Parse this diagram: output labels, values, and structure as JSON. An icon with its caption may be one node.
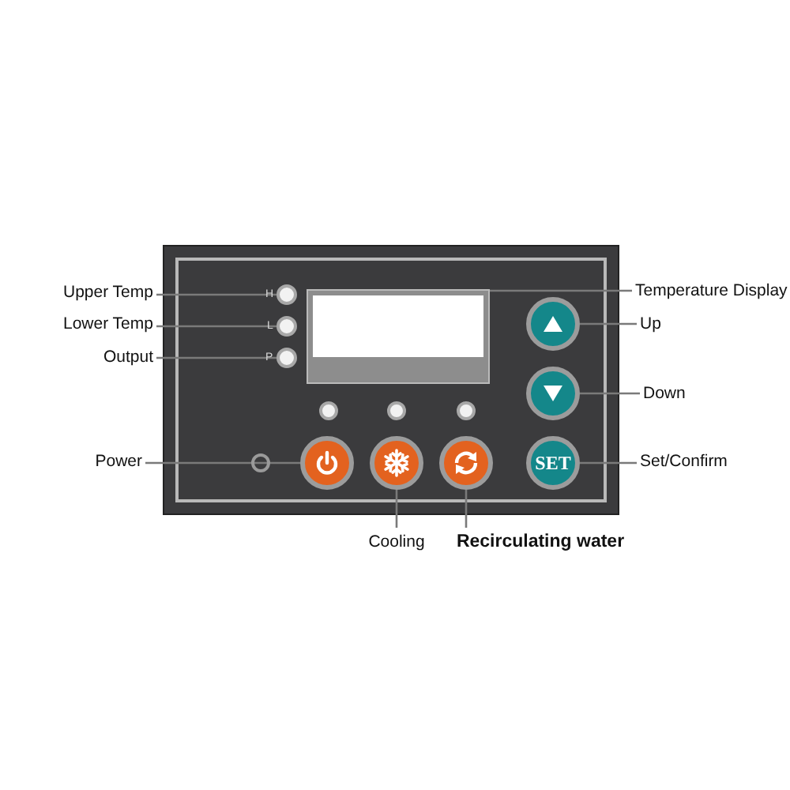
{
  "diagram": {
    "nodes": [
      {
        "text": [
          "Upper Temp"
        ]
      },
      {
        "text": [],
        "shape": "circle"
      },
      {
        "text": [
          "Lower Temp"
        ]
      },
      {
        "text": [],
        "shape": "circle"
      },
      {
        "text": [
          "Output"
        ]
      },
      {
        "text": [],
        "shape": "circle"
      },
      {
        "text": [
          "Power"
        ]
      },
      {
        "text": [],
        "shape": "circle"
      },
      {
        "text": [],
        "shape": "box"
      },
      {
        "text": [
          "Temperature Display"
        ]
      },
      {
        "text": [],
        "shape": "circle"
      },
      {
        "text": [
          "Up"
        ]
      },
      {
        "text": [],
        "shape": "circle"
      },
      {
        "text": [
          "Down"
        ]
      },
      {
        "text": [
          "SET"
        ]
      },
      {
        "text": [
          "Set/Confirm"
        ]
      },
      {
        "text": [],
        "shape": "circle"
      },
      {
        "text": [
          "Cooling"
        ]
      },
      {
        "text": [],
        "shape": "circle"
      },
      {
        "text": [
          "Recirculating water"
        ]
      },
      {
        "text": [],
        "shape": "circle"
      },
      {
        "text": [],
        "shape": "circle"
      },
      {
        "text": [],
        "shape": "circle"
      }
    ],
    "edges": [
      {
        "from": 0,
        "to": 1,
        "arrow": "none"
      },
      {
        "from": 2,
        "to": 3,
        "arrow": "none"
      },
      {
        "from": 4,
        "to": 5,
        "arrow": "none"
      },
      {
        "from": 6,
        "to": 7,
        "arrow": "none"
      },
      {
        "from": 9,
        "to": 8,
        "arrow": "none"
      },
      {
        "from": 11,
        "to": 10,
        "arrow": "none"
      },
      {
        "from": 13,
        "to": 12,
        "arrow": "none"
      },
      {
        "from": 15,
        "to": 14,
        "arrow": "none"
      },
      {
        "from": 17,
        "to": 16,
        "arrow": "none"
      },
      {
        "from": 19,
        "to": 18,
        "arrow": "none"
      }
    ],
    "labels": [
      "H",
      "L",
      "P"
    ]
  }
}
